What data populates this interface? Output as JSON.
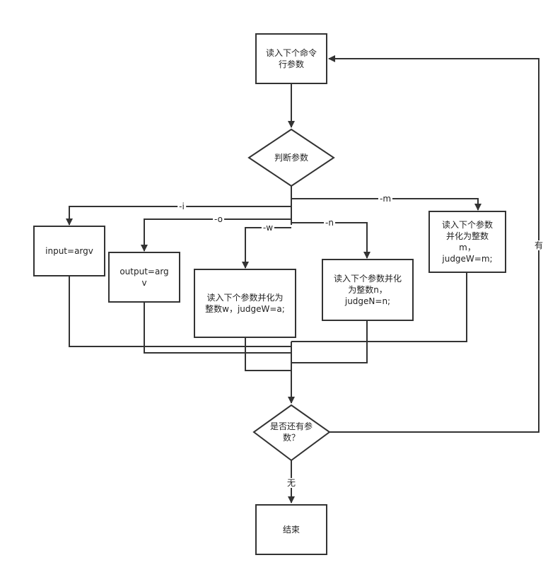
{
  "nodes": {
    "read_next_cmd": "读入下个命令\n行参数",
    "judge_param": "判断参数",
    "input_assign": "input=argv",
    "output_assign": "output=arg\nv",
    "read_w": "读入下个参数并化为\n整数w，judgeW=a;",
    "read_n": "读入下个参数并化\n为整数n，\njudgeN=n;",
    "read_m": "读入下个参数\n并化为整数\nm，\njudgeW=m;",
    "has_more": "是否还有参\n数？",
    "end": "结束"
  },
  "edges": {
    "opt_i": "-i",
    "opt_o": "-o",
    "opt_w": "-w",
    "opt_n": "-n",
    "opt_m": "-m",
    "yes": "有",
    "no": "无"
  },
  "colors": {
    "stroke": "#333333",
    "text": "#222222"
  }
}
